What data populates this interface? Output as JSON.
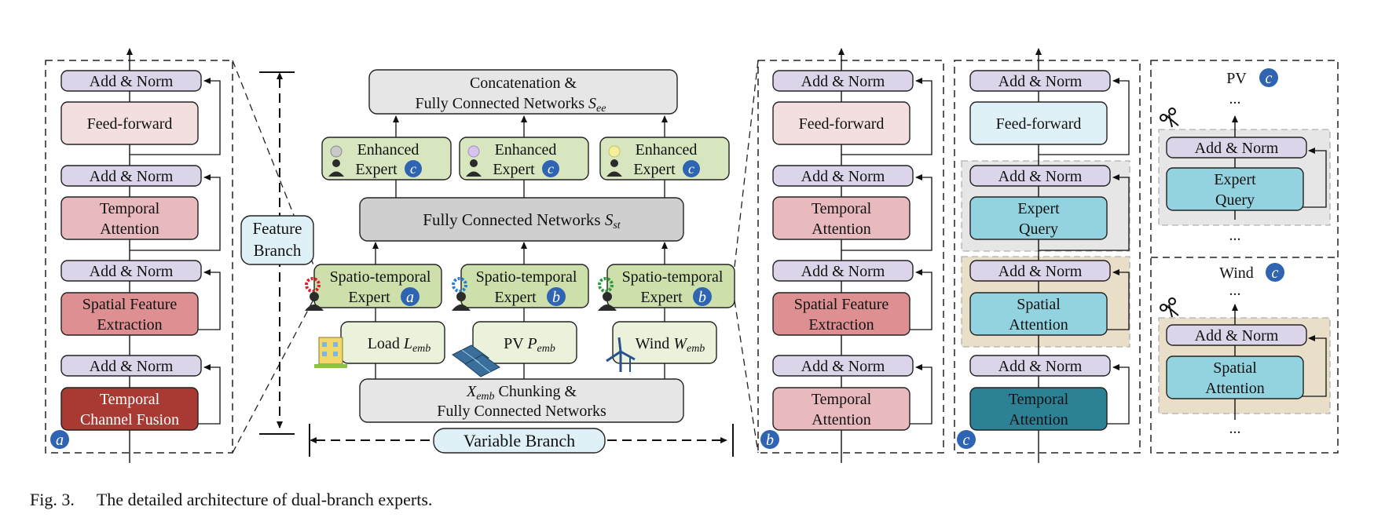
{
  "colors": {
    "lavender": "#dcd5ea",
    "pink_light": "#f3dfe0",
    "pink": "#e8b9bd",
    "red_mid": "#dd8f91",
    "red_dark": "#a83a33",
    "green": "#d8e6c0",
    "green_dark": "#cde0ac",
    "gray": "#cfcfcf",
    "gray_light": "#e6e6e6",
    "blue_light": "#dff1f6",
    "blue": "#93d3e0",
    "teal_dark": "#2d8195",
    "tan": "#e9dfc9",
    "badge_blue": "#2f64b2"
  },
  "panel_a": {
    "badge": "a",
    "add_norm": "Add & Norm",
    "feed_forward": "Feed-forward",
    "temporal_attention": [
      "Temporal",
      "Attention"
    ],
    "spatial_feature": [
      "Spatial Feature",
      "Extraction"
    ],
    "temporal_channel_fusion": [
      "Temporal",
      "Channel Fusion"
    ]
  },
  "center": {
    "feature_branch": [
      "Feature",
      "Branch"
    ],
    "variable_branch": "Variable Branch",
    "concat": [
      "Concatenation &",
      "Fully Connected Networks "
    ],
    "concat_sub": "S",
    "concat_sub2": "ee",
    "enhanced_expert": [
      "Enhanced",
      "Expert"
    ],
    "enhanced_badge": "c",
    "fc_st": "Fully Connected Networks ",
    "fc_st_s": "S",
    "fc_st_sub": "st",
    "st_expert": [
      "Spatio-temporal",
      "Expert"
    ],
    "st_badges": [
      "a",
      "b",
      "b"
    ],
    "load": "Load ",
    "load_var": "L",
    "load_sub": "emb",
    "pv": "PV ",
    "pv_var": "P",
    "pv_sub": "emb",
    "wind": "Wind ",
    "wind_var": "W",
    "wind_sub": "emb",
    "chunking_var": "X",
    "chunking_sub": "emb",
    "chunking": [
      " Chunking &",
      "Fully Connected Networks"
    ]
  },
  "panel_b": {
    "badge": "b",
    "add_norm": "Add & Norm",
    "feed_forward": "Feed-forward",
    "temporal_attention": [
      "Temporal",
      "Attention"
    ],
    "spatial_feature": [
      "Spatial Feature",
      "Extraction"
    ],
    "temporal_attention2": [
      "Temporal",
      "Attention"
    ]
  },
  "panel_c": {
    "badge": "c",
    "add_norm": "Add & Norm",
    "feed_forward": "Feed-forward",
    "expert_query": [
      "Expert",
      "Query"
    ],
    "spatial_attention": [
      "Spatial",
      "Attention"
    ],
    "temporal_attention": [
      "Temporal",
      "Attention"
    ]
  },
  "panel_d": {
    "pv_label": "PV",
    "wind_label": "Wind",
    "badge": "c",
    "dots": "...",
    "add_norm": "Add & Norm",
    "expert_query": [
      "Expert",
      "Query"
    ],
    "spatial_attention": [
      "Spatial",
      "Attention"
    ]
  },
  "caption": {
    "label": "Fig. 3.",
    "text": "The detailed architecture of dual-branch experts."
  }
}
